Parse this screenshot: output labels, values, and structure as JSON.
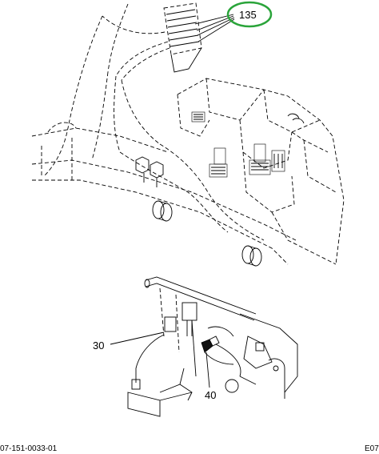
{
  "callouts": {
    "c135": "135",
    "c30": "30",
    "c40": "40"
  },
  "footer": {
    "left_code": "07-151-0033-01",
    "right_code": "E07"
  },
  "colors": {
    "highlight_circle": "#2aa43a",
    "line": "#000000"
  }
}
